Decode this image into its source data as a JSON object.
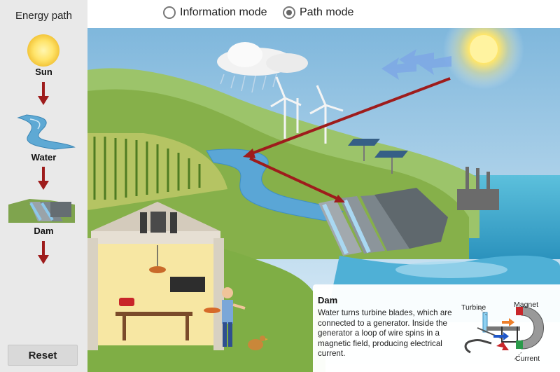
{
  "sidebar": {
    "title": "Energy path",
    "steps": [
      {
        "label": "Sun"
      },
      {
        "label": "Water"
      },
      {
        "label": "Dam"
      }
    ],
    "reset_label": "Reset"
  },
  "modes": {
    "options": [
      "Information mode",
      "Path mode"
    ],
    "selected": "Path mode"
  },
  "info_panel": {
    "title": "Dam",
    "text": "Water turns turbine blades, which are connected to a generator. Inside the generator a loop of wire spins in a magnetic field, producing electrical current.",
    "diagram_labels": {
      "turbine": "Turbine",
      "magnet": "Magnet",
      "current": "Current"
    }
  },
  "colors": {
    "arrow_red": "#9e1c1c",
    "sky_top": "#7fb7dc",
    "sea": "#3aa6c8",
    "grass": "#8bb24a"
  }
}
